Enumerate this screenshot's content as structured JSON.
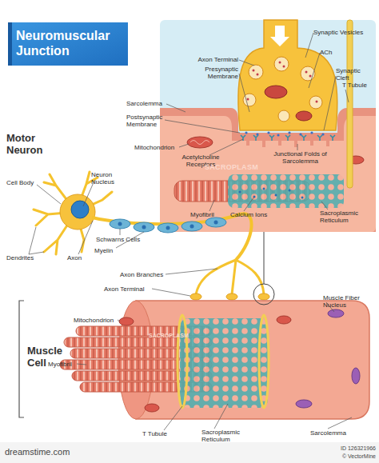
{
  "diagram": {
    "title": "Neuromuscular Junction",
    "labels": [
      "Axon Terminal",
      "Synaptic Vesicles",
      "ACh",
      "Presynaptic Membrane",
      "Synaptic Cleft",
      "T Tubule",
      "Sarcolemma",
      "Postsynaptic Membrane",
      "Mitochondrion",
      "Acetylcholine Receptors",
      "SACROPLASM",
      "Junctional Folds of Sarcolemma",
      "Myofibril",
      "Calcium Ions",
      "Sacroplasmic Reticulum",
      "Motor Neuron",
      "Cell Body",
      "Neuron Nucleus",
      "Dendrites",
      "Axon",
      "Schwarns Cells",
      "Myelin",
      "Axon Branches",
      "Axon Terminal",
      "Muscle Fiber Nucleus",
      "Muscle Cell",
      "Mitochondrion",
      "SACROPLASM",
      "Myofibril",
      "T Tubule",
      "Sacroplasmic Reticulum",
      "Sarcolemma",
      "dreamstime.com",
      "ID 126321966",
      "© VectorMine"
    ]
  }
}
